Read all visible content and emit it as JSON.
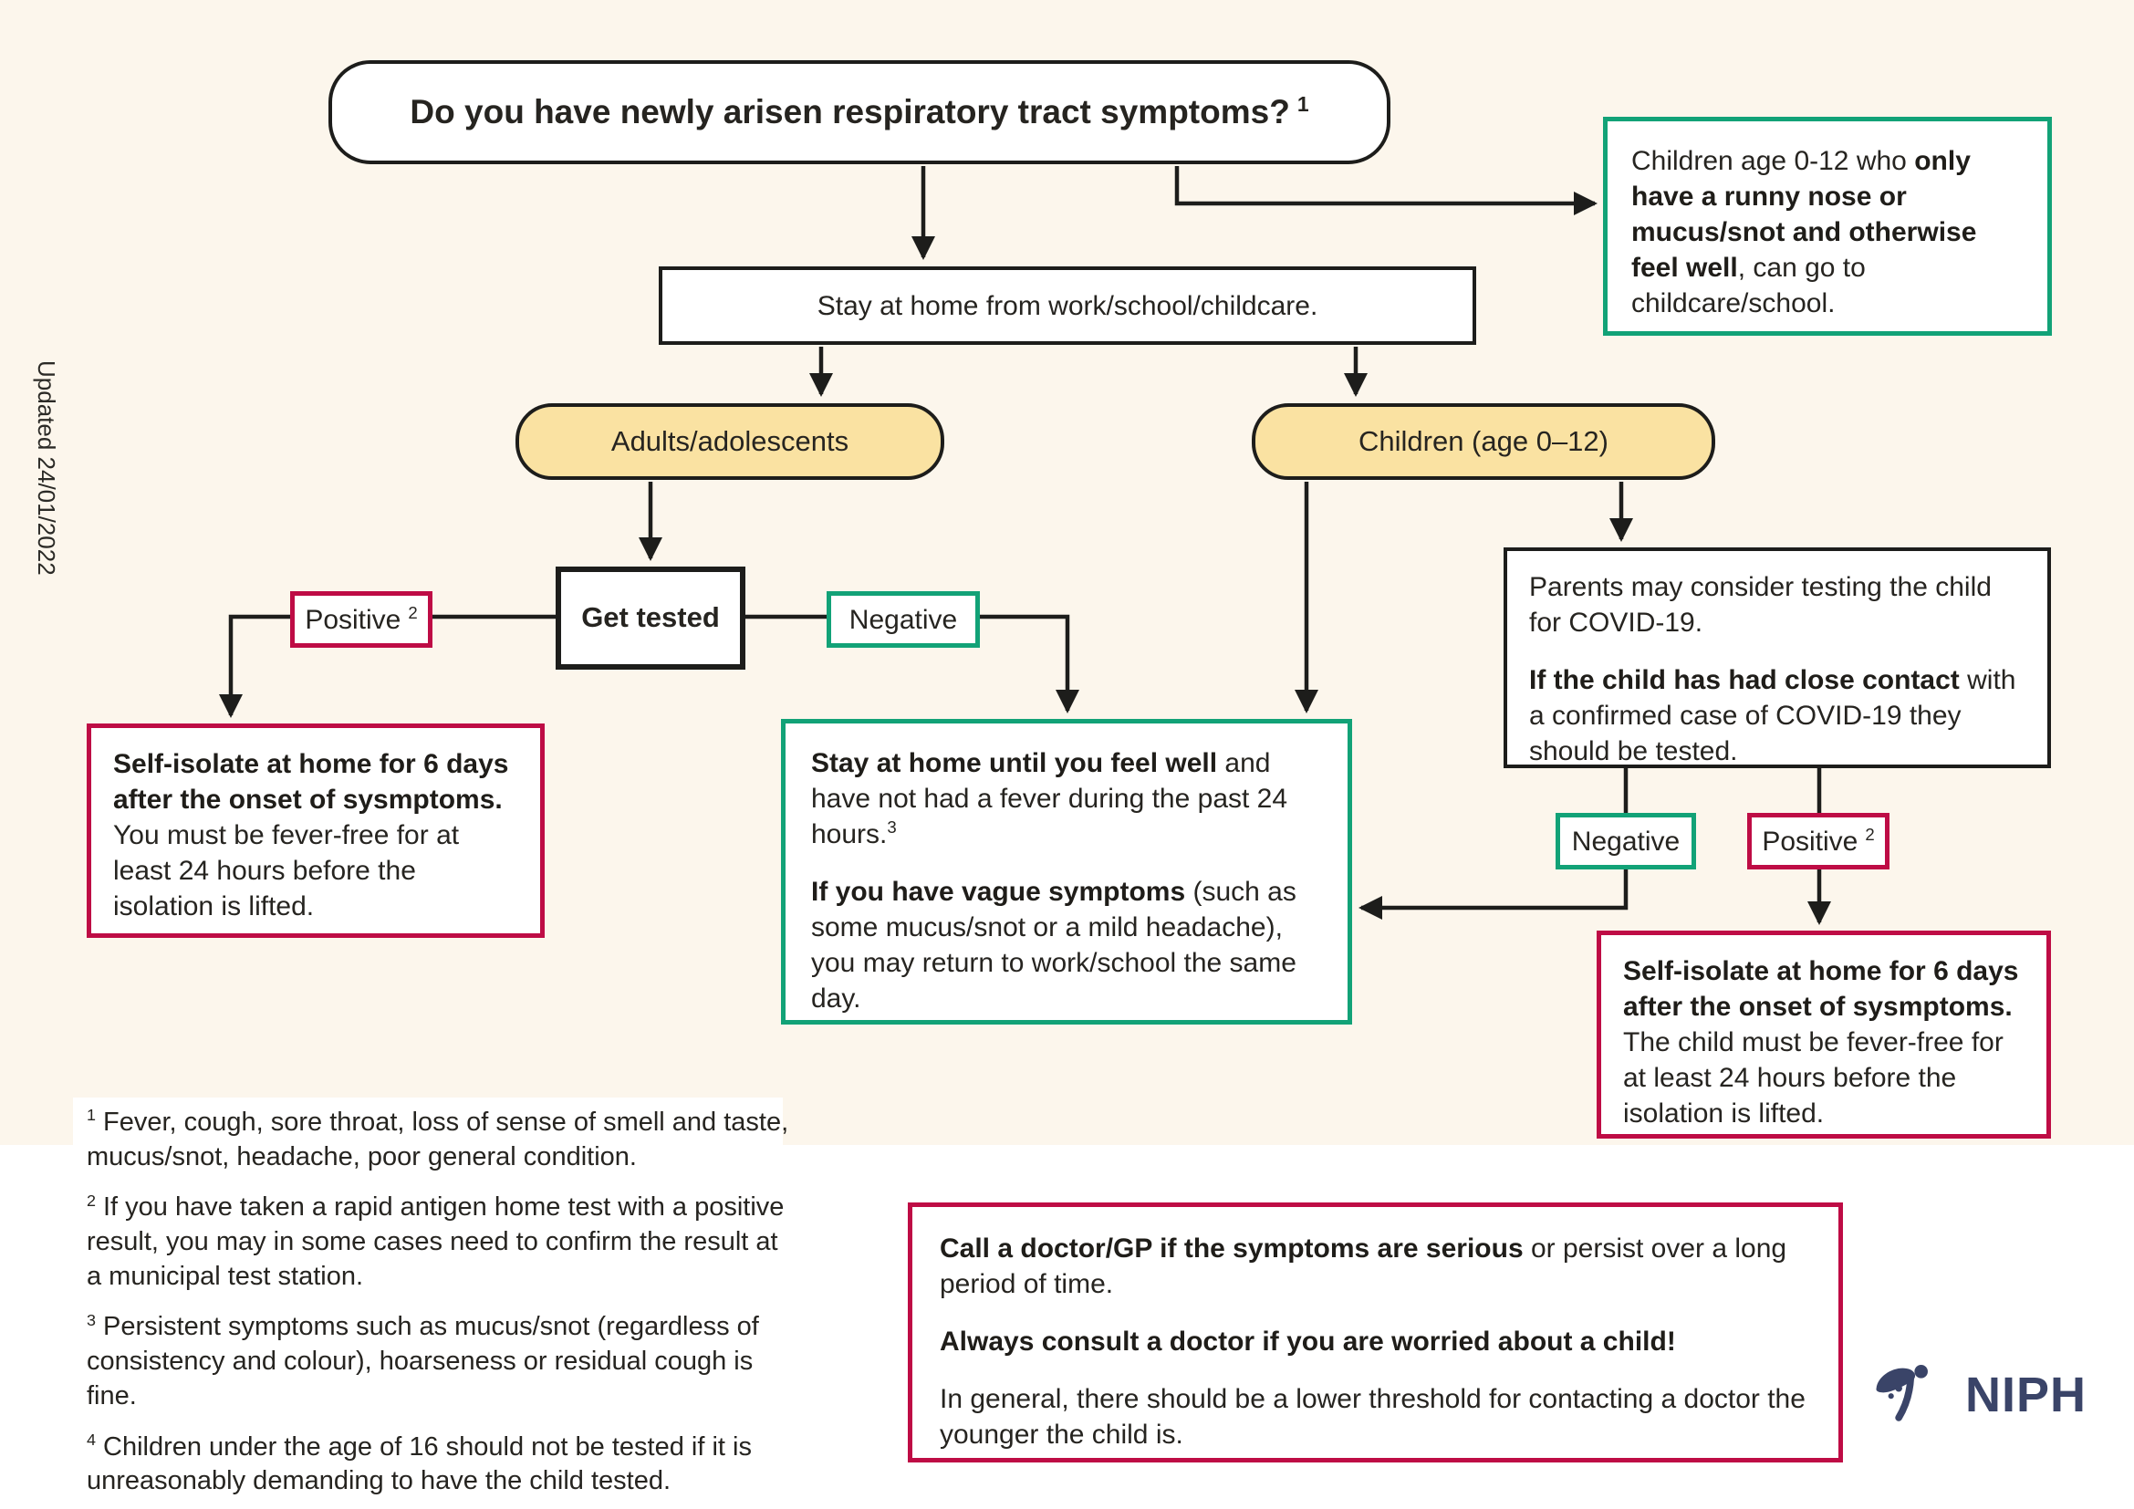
{
  "meta": {
    "updated": "Updated 24/01/2022"
  },
  "colors": {
    "background": "#FCF6EC",
    "panel": "#FFFFFF",
    "yellow": "#FAE2A2",
    "green": "#12A277",
    "red": "#BE0C45",
    "ink": "#1D1D1B",
    "navy": "#3A4468"
  },
  "flow": {
    "title": {
      "text": "Do you have newly arisen respiratory tract symptoms?",
      "sup": "1"
    },
    "note_children": {
      "pre": "Children age 0-12 who ",
      "bold": "only have a runny nose or mucus/snot and otherwise feel well",
      "post": ", can go to childcare/school."
    },
    "stay_home": "Stay at home from work/school/childcare.",
    "adults": "Adults/adolescents",
    "children": "Children (age 0–12)",
    "get_tested": "Get tested",
    "labels": {
      "positive": "Positive",
      "positive_sup": "2",
      "negative": "Negative"
    },
    "isolate_adult": {
      "bold": "Self-isolate at home for 6 days after the onset of sysmptoms.",
      "rest": " You must be fever-free for at least 24 hours before the isolation is lifted."
    },
    "stay_until_well": {
      "p1_bold": "Stay at home until you feel well",
      "p1_rest": " and have not had a fever during the past 24 hours.",
      "p1_sup": "3",
      "p2_bold": "If you have vague symptoms",
      "p2_rest": " (such as some mucus/snot or a mild headache), you may return to work/school the same day."
    },
    "parents": {
      "p1": "Parents may consider testing the child for COVID-19.",
      "p2_bold": "If the child has had close contact",
      "p2_rest": " with a confirmed case of COVID-19 they should be tested."
    },
    "isolate_child": {
      "bold": "Self-isolate at home for 6 days after the onset of sysmptoms.",
      "rest": " The child must be fever-free for at least 24 hours before the isolation is lifted."
    },
    "call_doctor": {
      "p1_bold": "Call a doctor/GP if the symptoms are serious",
      "p1_rest": " or persist over a long period of time.",
      "p2_bold": "Always consult a doctor if you are worried about a child!",
      "p3": "In general, there should be a lower threshold for contacting a doctor the younger the child is."
    }
  },
  "footnotes": [
    {
      "n": "1",
      "text": "Fever, cough, sore throat, loss of sense of smell and taste, mucus/snot, headache, poor general condition."
    },
    {
      "n": "2",
      "text": "If you have taken a rapid antigen home test with a positive result, you may in some cases need to confirm the result at a municipal test station."
    },
    {
      "n": "3",
      "text": "Persistent symptoms such as mucus/snot (regardless of consistency and colour), hoarseness or residual cough is fine."
    },
    {
      "n": "4",
      "text": "Children under the age of 16 should not be tested if it is unreasonably demanding to have the child tested."
    }
  ],
  "logo": {
    "text": "NIPH"
  }
}
